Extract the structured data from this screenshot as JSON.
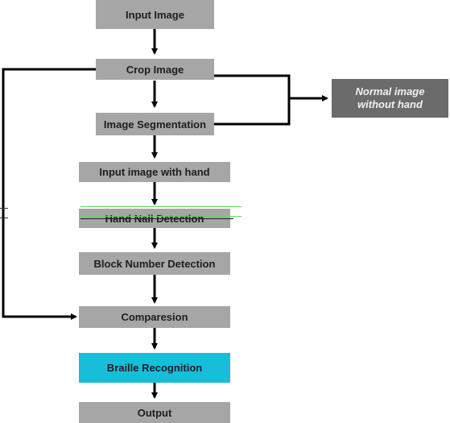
{
  "nodes": {
    "input_image": "Input Image",
    "crop_image": "Crop Image",
    "image_segmentation": "Image Segmentation",
    "input_image_with_hand": "Input image with hand",
    "hand_nail_detection": "Hand Nail Detection",
    "block_number_detection": "Block Number Detection",
    "comparesion": "Comparesion",
    "braille_recognition": "Braille Recognition",
    "output": "Output",
    "normal_image": "Normal image\nwithout hand"
  },
  "colors": {
    "box_gray": "#a6a6a6",
    "box_dark": "#6b6b6b",
    "box_highlight": "#18bdd9",
    "line": "#000000"
  }
}
